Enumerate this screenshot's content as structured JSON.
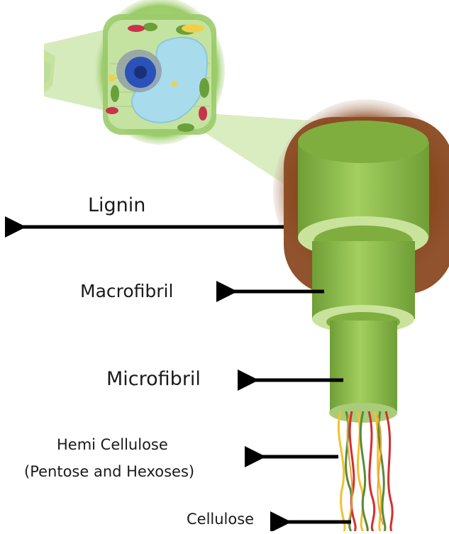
{
  "labels": {
    "lignin": "Lignin",
    "macrofibril": "Macrofibril",
    "microfibril": "Microfibril",
    "hemicellulose_line1": "Hemi Cellulose",
    "hemicellulose_line2": "(Pentose and Hexoses)",
    "cellulose": "Cellulose"
  },
  "colors": {
    "lignin_brown": "#8a4a22",
    "fiber_green": "#7fae3f",
    "fiber_light": "#c9e39c",
    "cell_wall": "#9ccc6a",
    "vacuole": "#a8dced",
    "nucleus": "#2a52b8",
    "strand_red": "#d32f2f",
    "strand_yellow": "#f2c12e",
    "strand_green": "#5a8a3a",
    "arrow": "#000000"
  }
}
